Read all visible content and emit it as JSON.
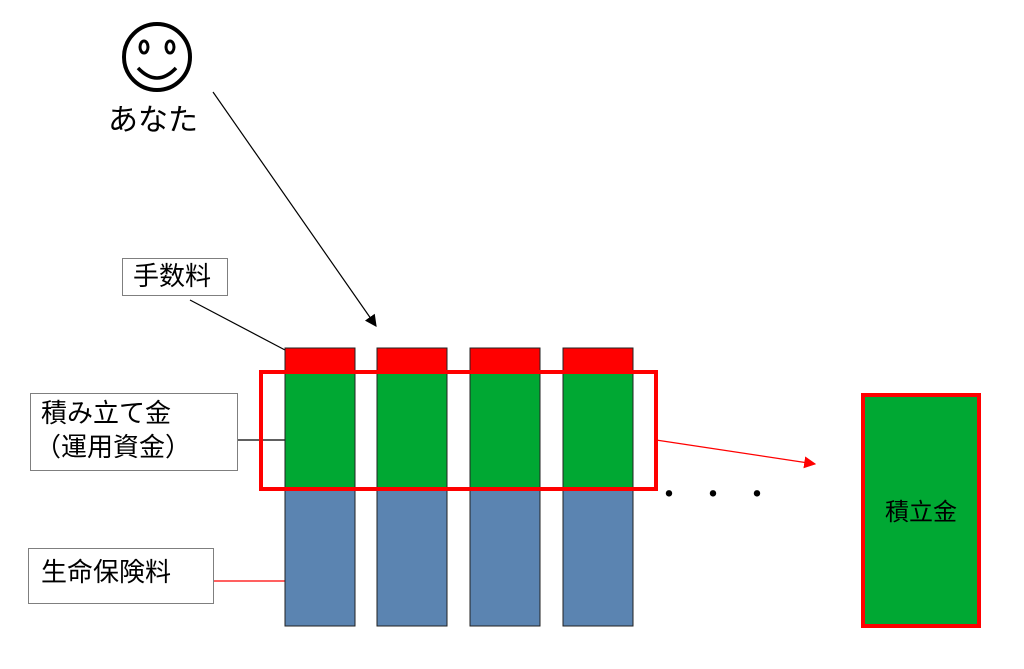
{
  "user": {
    "icon": "smiley-face-icon",
    "label": "あなた"
  },
  "labels": {
    "fee": "手数料",
    "savings_line1": "積み立て金",
    "savings_line2": "（運用資金）",
    "insurance": "生命保険料",
    "ellipsis": "・・・",
    "accumulated_fund": "積立金"
  },
  "colors": {
    "fee": "#ff0000",
    "savings": "#00a833",
    "insurance": "#5b84b1",
    "highlight": "#ff0000",
    "line": "#000000"
  },
  "columns": [
    {
      "segments": [
        "fee",
        "savings",
        "insurance"
      ]
    },
    {
      "segments": [
        "fee",
        "savings",
        "insurance"
      ]
    },
    {
      "segments": [
        "fee",
        "savings",
        "insurance"
      ]
    },
    {
      "segments": [
        "fee",
        "savings",
        "insurance"
      ]
    }
  ]
}
